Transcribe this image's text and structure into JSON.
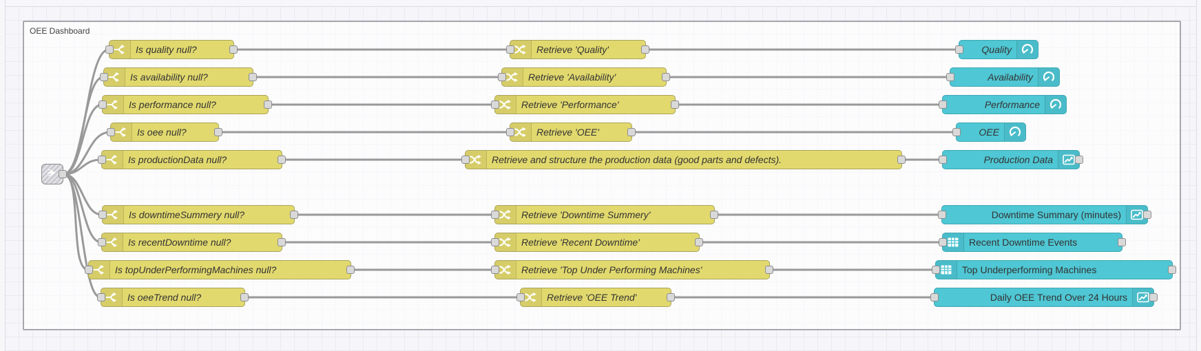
{
  "group": {
    "label": "OEE Dashboard"
  },
  "junction": {
    "type": "link in",
    "icon": "link-in-icon"
  },
  "rows": [
    {
      "check": "Is quality null?",
      "retrieve": "Retrieve 'Quality'",
      "widget": "Quality",
      "widget_type": "ui-gauge",
      "widget_icon": "gauge-icon",
      "widget_icon_side": "right",
      "widget_italic": true,
      "widget_has_output": false
    },
    {
      "check": "Is availability null?",
      "retrieve": "Retrieve 'Availability'",
      "widget": "Availability",
      "widget_type": "ui-gauge",
      "widget_icon": "gauge-icon",
      "widget_icon_side": "right",
      "widget_italic": true,
      "widget_has_output": false
    },
    {
      "check": "Is performance null?",
      "retrieve": "Retrieve 'Performance'",
      "widget": "Performance",
      "widget_type": "ui-gauge",
      "widget_icon": "gauge-icon",
      "widget_icon_side": "right",
      "widget_italic": true,
      "widget_has_output": false
    },
    {
      "check": "Is oee null?",
      "retrieve": "Retrieve 'OEE'",
      "widget": "OEE",
      "widget_type": "ui-gauge",
      "widget_icon": "gauge-icon",
      "widget_icon_side": "right",
      "widget_italic": true,
      "widget_has_output": false
    },
    {
      "check": "Is productionData null?",
      "retrieve": "Retrieve and structure the production data (good parts and defects).",
      "widget": "Production Data",
      "widget_type": "ui-chart",
      "widget_icon": "line-chart-icon",
      "widget_icon_side": "right",
      "widget_italic": true,
      "widget_has_output": true
    },
    {
      "check": "Is downtimeSummery null?",
      "retrieve": "Retrieve 'Downtime Summery'",
      "widget": "Downtime Summary (minutes)",
      "widget_type": "ui-chart",
      "widget_icon": "line-chart-icon",
      "widget_icon_side": "right",
      "widget_italic": false,
      "widget_has_output": true
    },
    {
      "check": "Is recentDowntime null?",
      "retrieve": "Retrieve 'Recent Downtime'",
      "widget": "Recent Downtime Events",
      "widget_type": "ui-table",
      "widget_icon": "table-icon",
      "widget_icon_side": "left",
      "widget_italic": false,
      "widget_has_output": true
    },
    {
      "check": "Is topUnderPerformingMachines null?",
      "retrieve": "Retrieve 'Top Under Performing Machines'",
      "widget": "Top Underperforming Machines",
      "widget_type": "ui-table",
      "widget_icon": "table-icon",
      "widget_icon_side": "left",
      "widget_italic": false,
      "widget_has_output": true
    },
    {
      "check": "Is oeeTrend null?",
      "retrieve": "Retrieve 'OEE Trend'",
      "widget": "Daily OEE Trend Over 24 Hours",
      "widget_type": "ui-chart",
      "widget_icon": "line-chart-icon",
      "widget_icon_side": "right",
      "widget_italic": false,
      "widget_has_output": true
    }
  ],
  "node_icons": {
    "switch": "fork-icon",
    "change": "shuffle-icon"
  },
  "colors": {
    "node_yellow": "#e2d96e",
    "node_yellow_border": "#a9a45b",
    "node_teal": "#4fc7d4",
    "node_teal_border": "#3fa7b3",
    "wire": "#999999",
    "port": "#d9d9d9",
    "canvas_bg": "#f6f6fa",
    "grid_line": "#e9e9f1",
    "group_border": "#a7a7ad"
  }
}
